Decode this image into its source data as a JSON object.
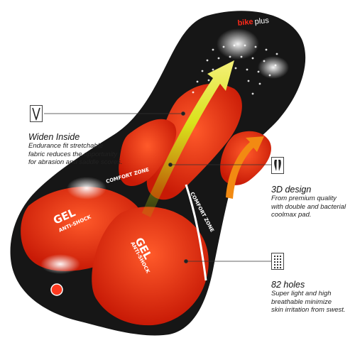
{
  "brand": {
    "logo_text_bold": "bike",
    "logo_text_light": "plus"
  },
  "pad_labels": {
    "gel_left": "GEL",
    "anti_shock_left": "ANTI-SHOCK",
    "gel_right": "GEL",
    "anti_shock_right": "ANTI-SHOCK",
    "comfort_zone_left": "COMFORT ZONE",
    "comfort_zone_right": "COMFORT ZONE"
  },
  "features": [
    {
      "icon": "widen-inside-icon",
      "title": "Widen Inside",
      "desc": [
        "Endurance fit stretchable",
        "fabric reduces the opportunity",
        "for abrasion and saddle scores."
      ]
    },
    {
      "icon": "pad-shape-icon",
      "title": "3D design",
      "desc": [
        "From premium quality",
        "with double and bacterial",
        "coolmax pad."
      ]
    },
    {
      "icon": "holes-grid-icon",
      "title": "82 holes",
      "desc": [
        "Super light and high",
        "breathable minimize",
        "skin irritation from swest."
      ]
    }
  ],
  "colors": {
    "pad_black": "#161616",
    "pad_red": "#e8240e",
    "arrow_yellow": "#d9e21a",
    "arrow_orange": "#f28a12"
  }
}
